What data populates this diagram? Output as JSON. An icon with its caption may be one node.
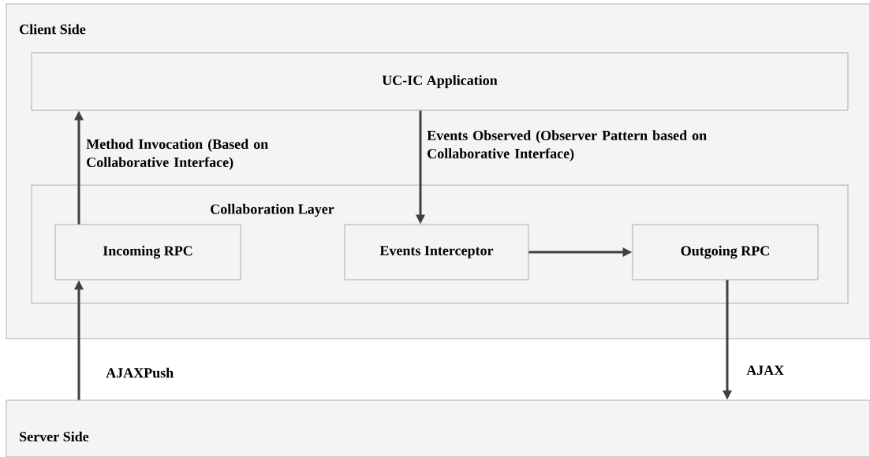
{
  "diagram": {
    "nodes": [
      {
        "text": [
          "Client Side"
        ]
      },
      {
        "text": [
          "UC-IC Application"
        ],
        "in": 0
      },
      {
        "text": [
          "Collaboration Layer"
        ],
        "in": 0
      },
      {
        "text": [
          "Incoming RPC"
        ],
        "in": 2
      },
      {
        "text": [
          "Events Interceptor"
        ],
        "in": 2
      },
      {
        "text": [
          "Outgoing RPC"
        ],
        "in": 2
      },
      {
        "text": [
          "Server Side"
        ]
      }
    ],
    "edges": [
      {
        "from": 3,
        "to": 1,
        "arrow": "to",
        "label": "Method Invocation (Based on Collaborative Interface)"
      },
      {
        "from": 1,
        "to": 4,
        "arrow": "to",
        "label": "Events Observed (Observer Pattern based on Collaborative Interface)"
      },
      {
        "from": 4,
        "to": 5,
        "arrow": "to"
      },
      {
        "from": 6,
        "to": 3,
        "arrow": "to",
        "label": "AJAXPush"
      },
      {
        "from": 5,
        "to": 6,
        "arrow": "to",
        "label": "AJAX"
      }
    ]
  }
}
